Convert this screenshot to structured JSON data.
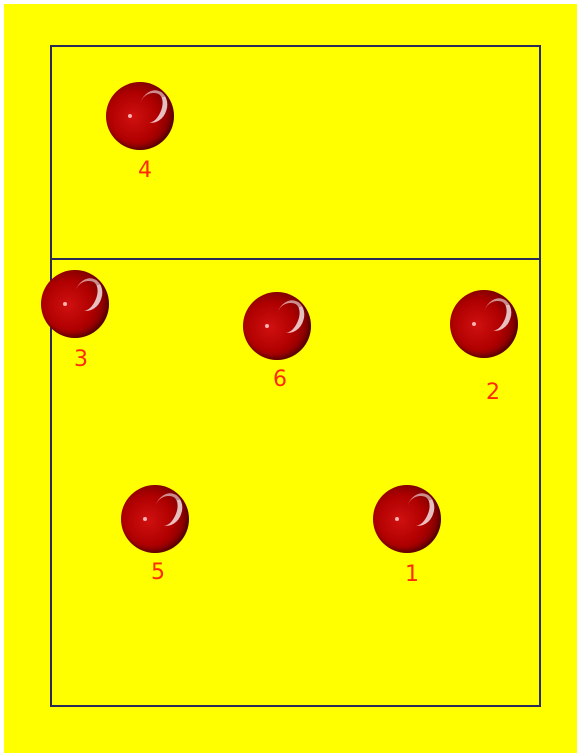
{
  "colors": {
    "court": "#ffff00",
    "lines": "#2b2b5a",
    "ball": "#b00000",
    "label": "#ff2a00"
  },
  "players": [
    {
      "number": "4"
    },
    {
      "number": "3"
    },
    {
      "number": "6"
    },
    {
      "number": "2"
    },
    {
      "number": "5"
    },
    {
      "number": "1"
    }
  ]
}
